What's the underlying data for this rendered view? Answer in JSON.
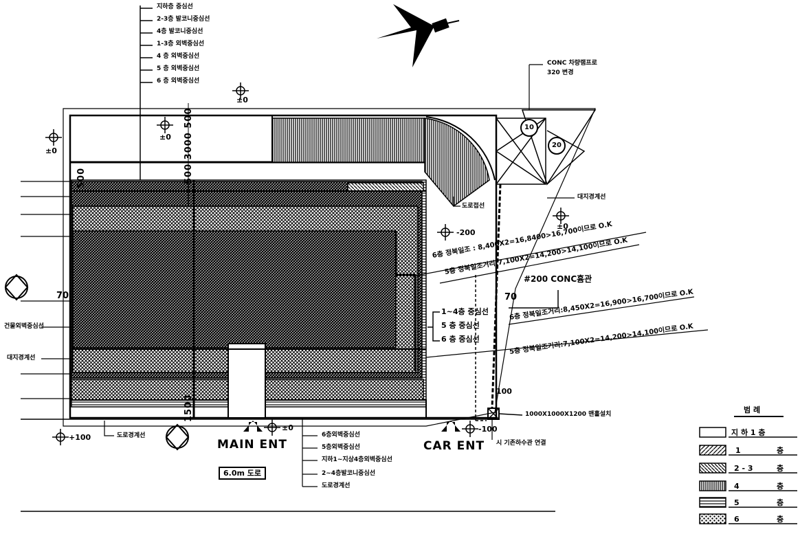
{
  "top_leaders": [
    "지하층 중심선",
    "2-3층 발코니중심선",
    "4층 발코니중심선",
    "1-3층 외벽중심선",
    "4 층 외벽중심선",
    "5 층 외벽중심선",
    "6 층 외벽중심선"
  ],
  "levels": {
    "top": "±0",
    "left": "±0",
    "inner": "±0",
    "right_top": "±0",
    "right_mid": "-200",
    "bottom_left": "+100",
    "bottom_mid": "±0",
    "bottom_right": "-100"
  },
  "concrete": {
    "line1": "CONC 차량램프로",
    "line2": "320 변경"
  },
  "circle_labels": [
    "10",
    "20"
  ],
  "right_labels": {
    "site_boundary": "대지경계선",
    "ramp": "도로접선",
    "drain": "#200 CONC흄관"
  },
  "checks": [
    "6층 정북일조 : 8,400X2=16,8400>16,700이므로 O.K",
    "5층 정북일조거리:7,100X2=14,200>14,100이므로 O.K",
    "6층 정북일조거리:8,450X2=16,900>16,700이므로 O.K",
    "5층 정북일조거리:7,100X2=14,200>14,100이므로 O.K"
  ],
  "brace_labels": [
    "1~4층 중심선",
    "5 층 중심선",
    "6 층 중심선"
  ],
  "left_labels": {
    "building_wall": "건물외벽중심선",
    "site_boundary": "대지경계선"
  },
  "dims": {
    "d70_left": "70",
    "d70_right": "70",
    "d100": "100",
    "vert_top": "500 3000 500",
    "vert_mid": "500",
    "vert_bottom": "1500"
  },
  "bottom": {
    "road": "도로경계선",
    "main": "MAIN ENT",
    "car": "CAR ENT",
    "road_width": "6.0m 도로",
    "manhole": "1000X1000X1200 맨홀설치",
    "sewer": "시 기존하수관 연결",
    "leaders": [
      "6층외벽중심선",
      "5층외벽중심선",
      "지하1~지상4층외벽중심선",
      "2~4층발코니중심선",
      "도로경계선"
    ]
  },
  "legend": {
    "title": "범 례",
    "rows": [
      {
        "label": "지 하 1 층",
        "unit": ""
      },
      {
        "label": "1",
        "unit": "층"
      },
      {
        "label": "2 - 3",
        "unit": "층"
      },
      {
        "label": "4",
        "unit": "층"
      },
      {
        "label": "5",
        "unit": "층"
      },
      {
        "label": "6",
        "unit": "층"
      }
    ]
  }
}
